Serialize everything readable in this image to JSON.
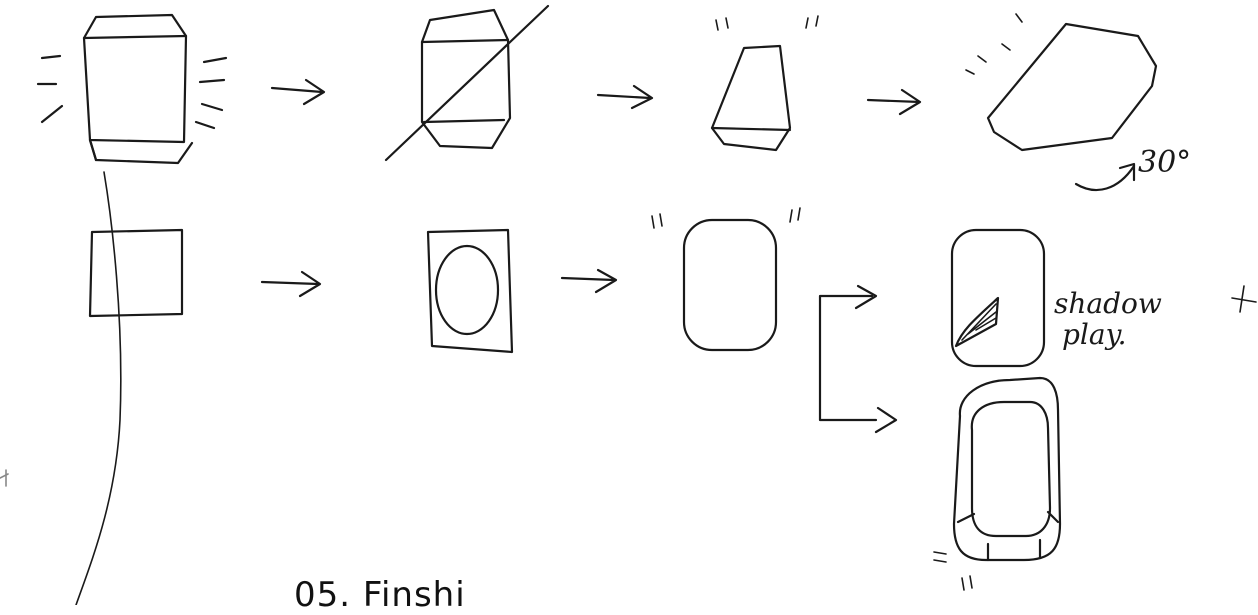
{
  "annotations": {
    "rotation_label": "30°",
    "shadow_label_line1": "shadow",
    "shadow_label_line2": "play."
  },
  "footer": {
    "section_title": "05. Finshi"
  },
  "colors": {
    "ink": "#1a1a1a",
    "paper": "#ffffff"
  }
}
